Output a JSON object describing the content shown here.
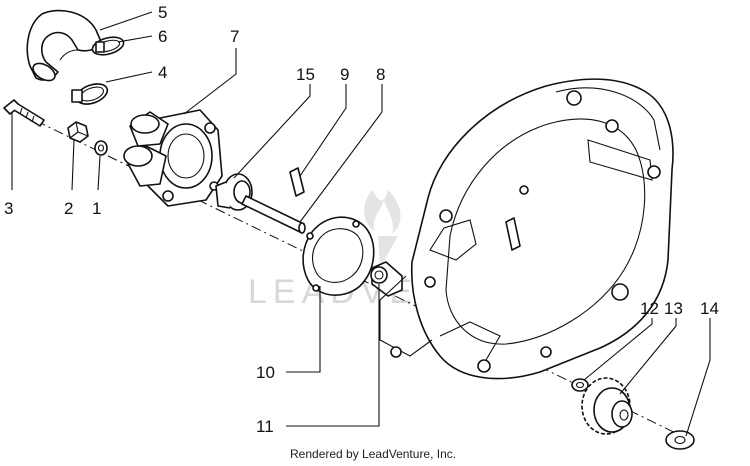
{
  "callouts": {
    "c1": "1",
    "c2": "2",
    "c3": "3",
    "c4": "4",
    "c5": "5",
    "c6": "6",
    "c7": "7",
    "c8": "8",
    "c9": "9",
    "c10": "10",
    "c11": "11",
    "c12": "12",
    "c13": "13",
    "c14": "14",
    "c15": "15"
  },
  "footer": "Rendered by LeadVenture, Inc.",
  "watermark": "LEADVENTURE"
}
